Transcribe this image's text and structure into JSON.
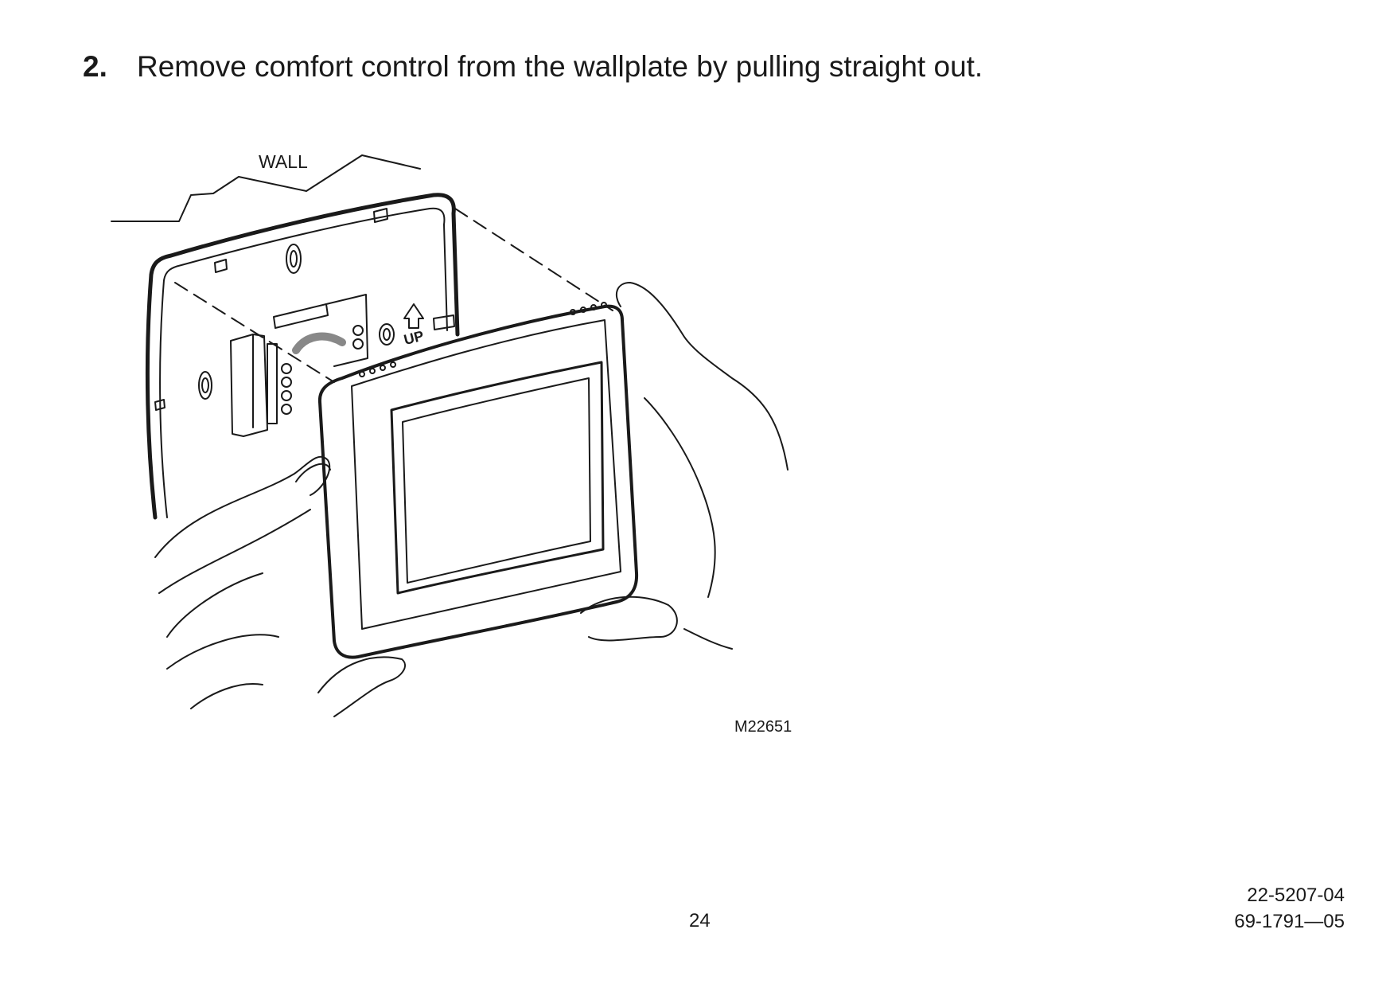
{
  "step": {
    "number": "2.",
    "text": "Remove comfort control from the wallplate by pulling straight out."
  },
  "figure": {
    "wall_label": "WALL",
    "up_label": "UP",
    "figure_id": "M22651"
  },
  "footer": {
    "page_number": "24",
    "doc_code_1": "22-5207-04",
    "doc_code_2": "69-1791—05"
  }
}
